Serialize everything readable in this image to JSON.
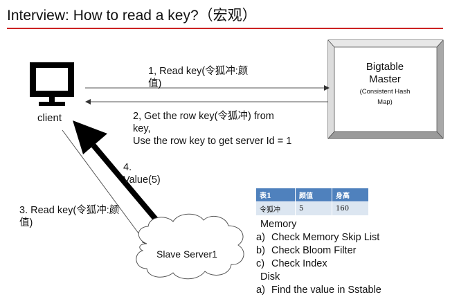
{
  "title": "Interview: How to read a key?（宏观）",
  "client": {
    "label": "client"
  },
  "master": {
    "title_line1": "Bigtable",
    "title_line2": "Master",
    "subtitle_line1": "(Consistent Hash",
    "subtitle_line2": "Map)"
  },
  "slave": {
    "label": "Slave Server1"
  },
  "steps": {
    "step1_line1": "1, Read key(令狐冲:颜",
    "step1_line2": "值)",
    "step2_line1": "2, Get the row key(令狐冲) from",
    "step2_line2": "key,",
    "step2_line3": "Use the row key to get server Id = 1",
    "step3_line1": "3. Read key(令狐冲:颜",
    "step3_line2": "值)",
    "step4_line1": "4.",
    "step4_line2": "Value(5)"
  },
  "table": {
    "headers": [
      "表1",
      "颜值",
      "身高"
    ],
    "rows": [
      [
        "令狐冲",
        "5",
        "160"
      ]
    ]
  },
  "memory": {
    "title": "Memory",
    "items": [
      {
        "marker": "a)",
        "text": "Check Memory Skip List"
      },
      {
        "marker": "b)",
        "text": "Check Bloom Filter"
      },
      {
        "marker": "c)",
        "text": "Check Index"
      }
    ]
  },
  "disk": {
    "title": "Disk",
    "items": [
      {
        "marker": "a)",
        "text": "Find the value in Sstable"
      }
    ]
  }
}
